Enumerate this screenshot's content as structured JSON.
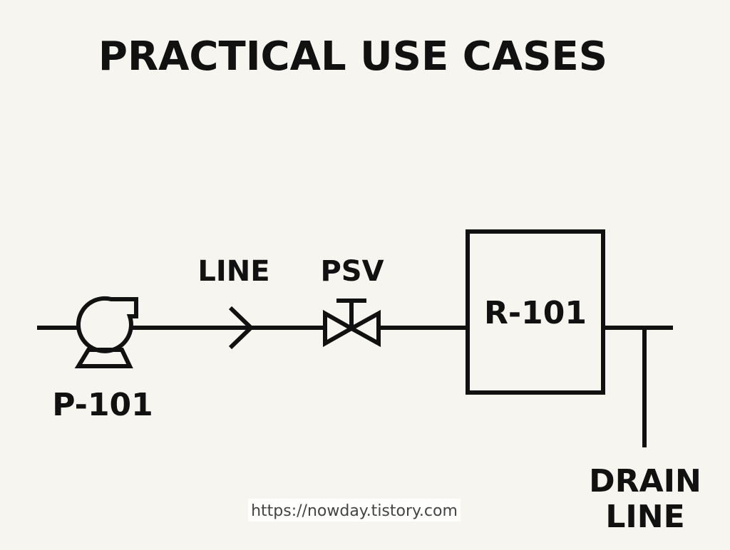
{
  "title": "PRACTICAL USE CASES",
  "labels": {
    "pump": "P-101",
    "line": "LINE",
    "valve": "PSV",
    "reactor": "R-101",
    "drain_line_1": "DRAIN",
    "drain_line_2": "LINE"
  },
  "watermark": "https://nowday.tistory.com"
}
